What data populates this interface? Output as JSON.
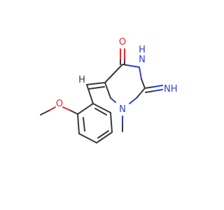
{
  "molecule": {
    "atoms": {
      "O_carbonyl": "O",
      "N_H": "N",
      "H_on_N": "H",
      "N_imine": "NH",
      "N_methyl": "N",
      "H_vinyl": "H",
      "O_methoxy": "O"
    },
    "colors": {
      "bond": "#3a3a3a",
      "oxygen": "#e8262a",
      "nitrogen": "#2b3fd6"
    }
  }
}
